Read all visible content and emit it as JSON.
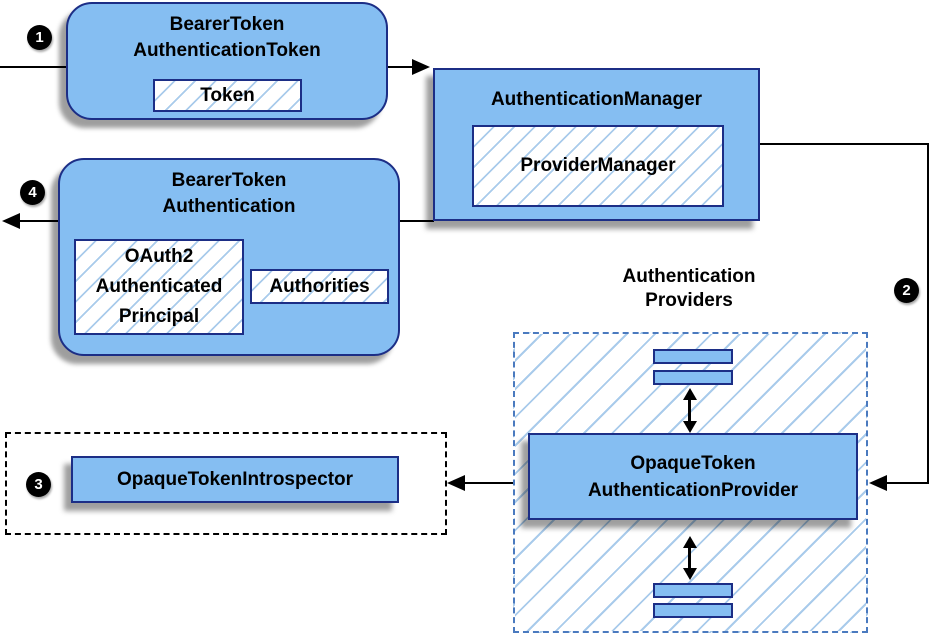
{
  "colors": {
    "node_fill": "#85BEF2",
    "node_border": "#1C2E86",
    "hatch_line": "#A9CBEB",
    "providers_border": "#4A7ABF",
    "dashed_box_border": "#000000",
    "connector": "#000000",
    "badge_bg": "#000000",
    "badge_fg": "#FFFFFF"
  },
  "badges": {
    "step1": "1",
    "step2": "2",
    "step3": "3",
    "step4": "4"
  },
  "nodes": {
    "bearer_token_authentication_token": {
      "line1": "BearerToken",
      "line2": "AuthenticationToken",
      "token_label": "Token"
    },
    "authentication_manager": {
      "title": "AuthenticationManager",
      "provider_manager_label": "ProviderManager"
    },
    "bearer_token_authentication": {
      "line1": "BearerToken",
      "line2": "Authentication",
      "principal_line1": "OAuth2",
      "principal_line2": "Authenticated",
      "principal_line3": "Principal",
      "authorities_label": "Authorities"
    },
    "providers_group": {
      "label_line1": "Authentication",
      "label_line2": "Providers"
    },
    "opaque_token_authentication_provider": {
      "line1": "OpaqueToken",
      "line2": "AuthenticationProvider"
    },
    "opaque_token_introspector": {
      "label": "OpaqueTokenIntrospector"
    }
  }
}
